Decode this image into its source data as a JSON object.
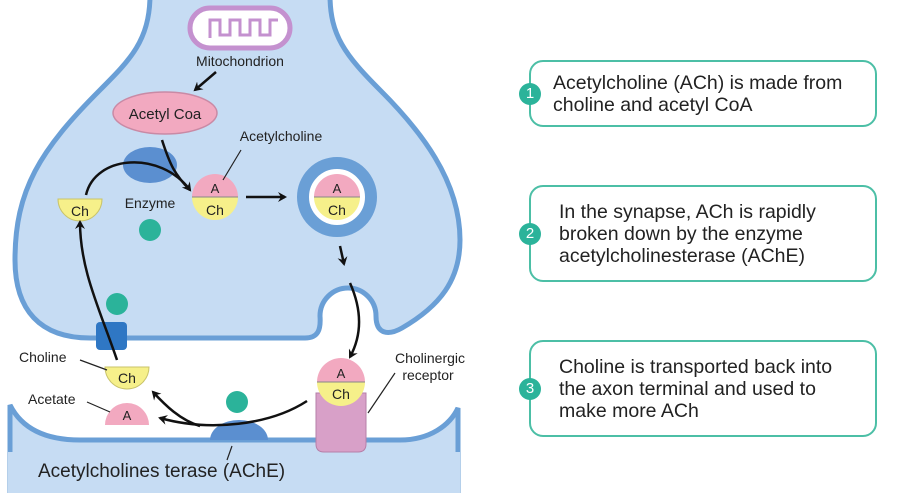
{
  "diagram": {
    "labels": {
      "mitochondrion": "Mitochondrion",
      "acetyl_coa": "Acetyl Coa",
      "acetylcholine": "Acetylcholine",
      "enzyme": "Enzyme",
      "choline": "Choline",
      "acetate": "Acetate",
      "receptor_line1": "Cholinergic",
      "receptor_line2": "receptor",
      "ache": "Acetylcholines terase (AChE)",
      "a": "A",
      "ch": "Ch"
    },
    "steps": [
      "1",
      "2",
      "3"
    ],
    "colors": {
      "cell_fill": "#c6dcf3",
      "membrane": "#6a9fd6",
      "acetyl": "#f2a9c0",
      "choline": "#f6f08a",
      "step_badge": "#2bb39a",
      "receptor": "#d8a0c8",
      "enzyme": "#5b8fd0",
      "transporter": "#2f77c4"
    }
  },
  "notes": [
    {
      "number": "1",
      "text": "Acetylcholine (ACh) is made from choline and acetyl CoA"
    },
    {
      "number": "2",
      "text": "In the synapse, ACh is rapidly broken down by the enzyme acetylcholinesterase (AChE)"
    },
    {
      "number": "3",
      "text": "Choline is transported back into the axon terminal and used to make more ACh"
    }
  ]
}
